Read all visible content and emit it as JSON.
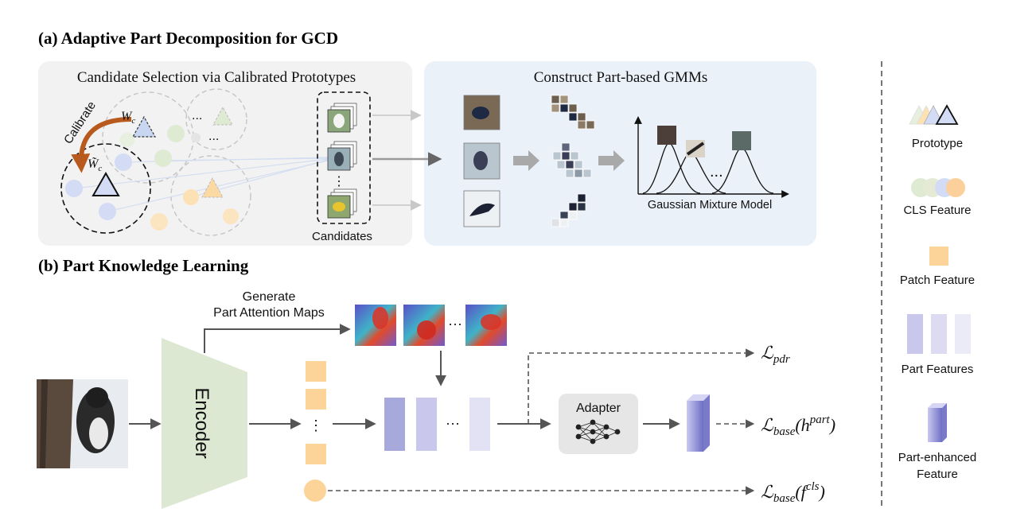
{
  "section_a": {
    "title": "(a) Adaptive Part Decomposition for GCD",
    "left_panel_title": "Candidate Selection via Calibrated Prototypes",
    "right_panel_title": "Construct Part-based GMMs",
    "calibrate_label": "Calibrate",
    "prototype_symbol": "W",
    "prototype_subscript": "c",
    "calibrated_symbol": "W̃",
    "calibrated_subscript": "c",
    "candidates_label": "Candidates",
    "gmm_label": "Gaussian Mixture Model",
    "ellipsis": "...",
    "vertical_ellipsis": "⋮"
  },
  "section_b": {
    "title": "(b) Part Knowledge Learning",
    "generate_label_line1": "Generate",
    "generate_label_line2": "Part Attention Maps",
    "encoder_label": "Encoder",
    "adapter_label": "Adapter",
    "ellipsis": "···",
    "vertical_ellipsis": "⋮",
    "loss_pdr": {
      "main": "ℒ",
      "sub": "pdr",
      "tail": ""
    },
    "loss_base_part": {
      "main": "ℒ",
      "sub": "base",
      "paren_open": "(h",
      "sup": "part",
      "paren_close": ")"
    },
    "loss_base_cls": {
      "main": "ℒ",
      "sub": "base",
      "paren_open": "(f",
      "sup": "cls",
      "paren_close": ")"
    }
  },
  "legend": {
    "prototype": "Prototype",
    "cls_feature": "CLS Feature",
    "patch_feature": "Patch Feature",
    "part_features": "Part Features",
    "part_enhanced_line1": "Part-enhanced",
    "part_enhanced_line2": "Feature"
  },
  "colors": {
    "calibrate_arrow": "#b85a1e",
    "prototype_blue": "#c9d6f2",
    "cls_green": "#dfead2",
    "cls_blue": "#d3dcf4",
    "cls_orange": "#fbd9a3",
    "patch_orange": "#fcd49a",
    "part_purple_dark": "#a7a8dc",
    "part_purple_mid": "#c9c8ec",
    "part_purple_light": "#e3e2f5",
    "encoder_green": "#dde8d3",
    "panel_gray": "#f2f2f2",
    "panel_blue": "#eaf1f8"
  }
}
